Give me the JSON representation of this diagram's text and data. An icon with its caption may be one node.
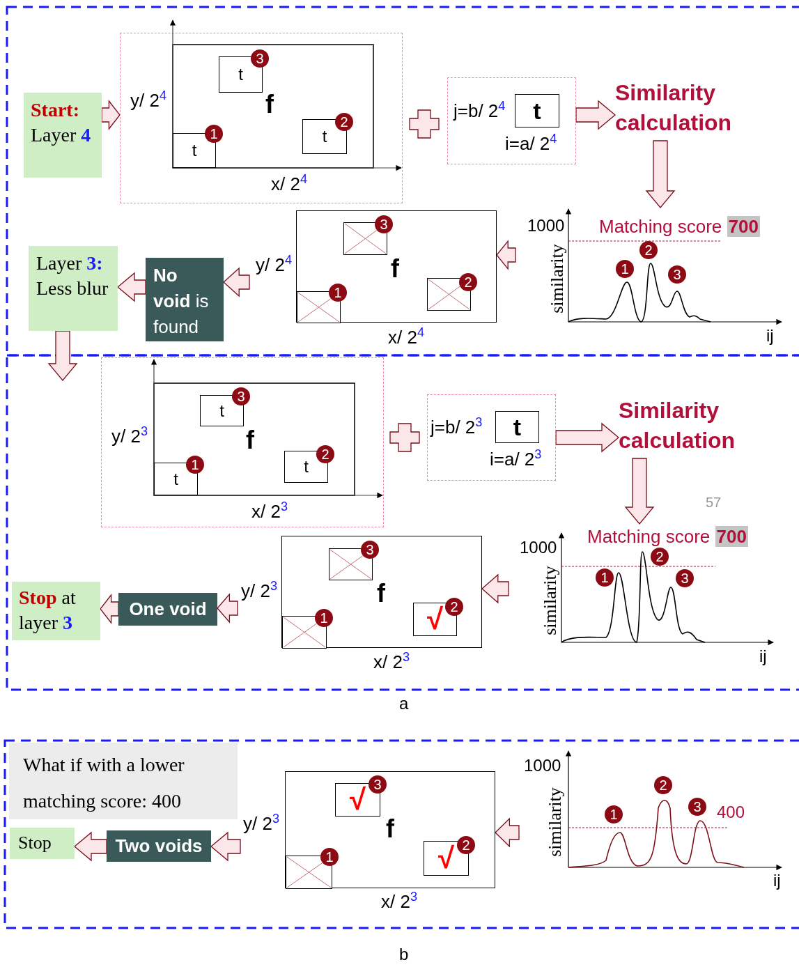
{
  "diagram": {
    "nodes": [
      {
        "text": [
          "**Start:** Layer **4**"
        ]
      },
      {
        "text": [
          "y/ 2$^{4}$",
          "f",
          "x/ 2$^{4}$"
        ]
      },
      {
        "text": [
          "t",
          "3"
        ],
        "in": 1
      },
      {
        "text": [
          "t",
          "2"
        ],
        "in": 1
      },
      {
        "text": [
          "t",
          "1"
        ],
        "in": 1
      },
      {
        "text": [
          "j=b/ 2$^{4}$",
          "i=a/ 2$^{4}$"
        ]
      },
      {
        "text": [
          "t"
        ],
        "in": 5
      },
      {
        "text": [
          "Similarity calculation"
        ]
      },
      {
        "text": [
          "y/ 2$^{4}$",
          "f",
          "x/ 2$^{4}$"
        ]
      },
      {
        "text": [
          "3"
        ],
        "in": 8
      },
      {
        "text": [
          "2"
        ],
        "in": 8
      },
      {
        "text": [
          "1"
        ],
        "in": 8
      },
      {
        "text": [
          "1000",
          "similarity",
          "Matching score **700**",
          "1",
          "2",
          "3",
          "ij"
        ]
      },
      {
        "text": [
          "Layer **3:** Less blur"
        ]
      },
      {
        "text": [
          "**No void** is found"
        ]
      },
      {
        "text": [
          "y/ 2$^{3}$",
          "f",
          "x/ 2$^{3}$"
        ]
      },
      {
        "text": [
          "t",
          "3"
        ],
        "in": 15
      },
      {
        "text": [
          "t",
          "2"
        ],
        "in": 15
      },
      {
        "text": [
          "t",
          "1"
        ],
        "in": 15
      },
      {
        "text": [
          "j=b/ 2$^{3}$",
          "i=a/ 2$^{3}$"
        ]
      },
      {
        "text": [
          "t"
        ],
        "in": 19
      },
      {
        "text": [
          "Similarity calculation"
        ]
      },
      {
        "text": [
          "y/ 2$^{3}$",
          "f",
          "x/ 2$^{3}$"
        ]
      },
      {
        "text": [
          "3"
        ],
        "in": 22
      },
      {
        "text": [
          "√",
          "2"
        ],
        "in": 22
      },
      {
        "text": [
          "1"
        ],
        "in": 22
      },
      {
        "text": [
          "1000",
          "similarity",
          "Matching score **700**",
          "1",
          "2",
          "3",
          "ij"
        ]
      },
      {
        "text": [
          "**Stop** at layer **3**"
        ]
      },
      {
        "text": [
          "One void"
        ]
      },
      {
        "text": [
          "What if with a lower matching score: 400"
        ]
      },
      {
        "text": [
          "Stop"
        ]
      },
      {
        "text": [
          "Two voids"
        ]
      },
      {
        "text": [
          "y/ 2$^{3}$",
          "f",
          "x/ 2$^{3}$"
        ]
      },
      {
        "text": [
          "√",
          "3"
        ],
        "in": 32
      },
      {
        "text": [
          "√",
          "2"
        ],
        "in": 32
      },
      {
        "text": [
          "1"
        ],
        "in": 32
      },
      {
        "text": [
          "1000",
          "similarity",
          "1",
          "2",
          "3",
          "400",
          "ij"
        ]
      }
    ],
    "edges": [
      {
        "from": 0,
        "to": 1,
        "arrow": "to"
      },
      {
        "from": 5,
        "to": 7,
        "arrow": "to"
      },
      {
        "from": 7,
        "to": 12,
        "arrow": "to"
      },
      {
        "from": 12,
        "to": 8,
        "arrow": "to"
      },
      {
        "from": 8,
        "to": 14,
        "arrow": "to"
      },
      {
        "from": 14,
        "to": 13,
        "arrow": "to"
      },
      {
        "from": 13,
        "to": null,
        "arrow": "to"
      },
      {
        "from": 19,
        "to": 21,
        "arrow": "to"
      },
      {
        "from": 21,
        "to": 26,
        "arrow": "to"
      },
      {
        "from": 26,
        "to": 22,
        "arrow": "to"
      },
      {
        "from": 22,
        "to": 28,
        "arrow": "to"
      },
      {
        "from": 28,
        "to": 27,
        "arrow": "to"
      },
      {
        "from": 36,
        "to": 32,
        "arrow": "to"
      },
      {
        "from": 32,
        "to": 31,
        "arrow": "to"
      },
      {
        "from": 31,
        "to": 30,
        "arrow": "to"
      }
    ],
    "labels": [
      "57",
      "a",
      "b"
    ]
  }
}
